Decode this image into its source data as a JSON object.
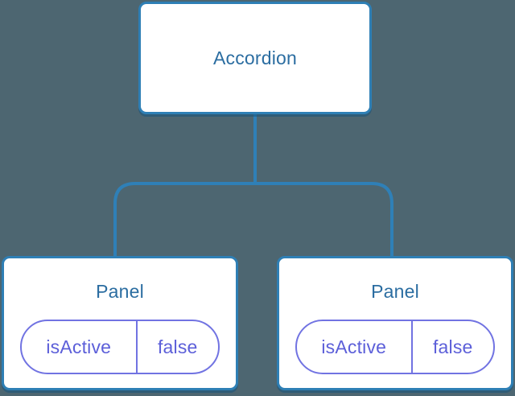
{
  "diagram": {
    "title": "component-tree",
    "colors": {
      "background": "#4d6671",
      "node_border_blue": "#2e7fb5",
      "connector_blue": "#2f80b7",
      "node_label_blue": "#2b6da1",
      "prop_border_purple": "#7173e2",
      "prop_text_purple": "#5c5fd9",
      "node_fill": "#ffffff"
    },
    "root": {
      "label": "Accordion"
    },
    "children": [
      {
        "label": "Panel",
        "props": [
          {
            "name": "isActive",
            "value": "false"
          }
        ]
      },
      {
        "label": "Panel",
        "props": [
          {
            "name": "isActive",
            "value": "false"
          }
        ]
      }
    ]
  }
}
